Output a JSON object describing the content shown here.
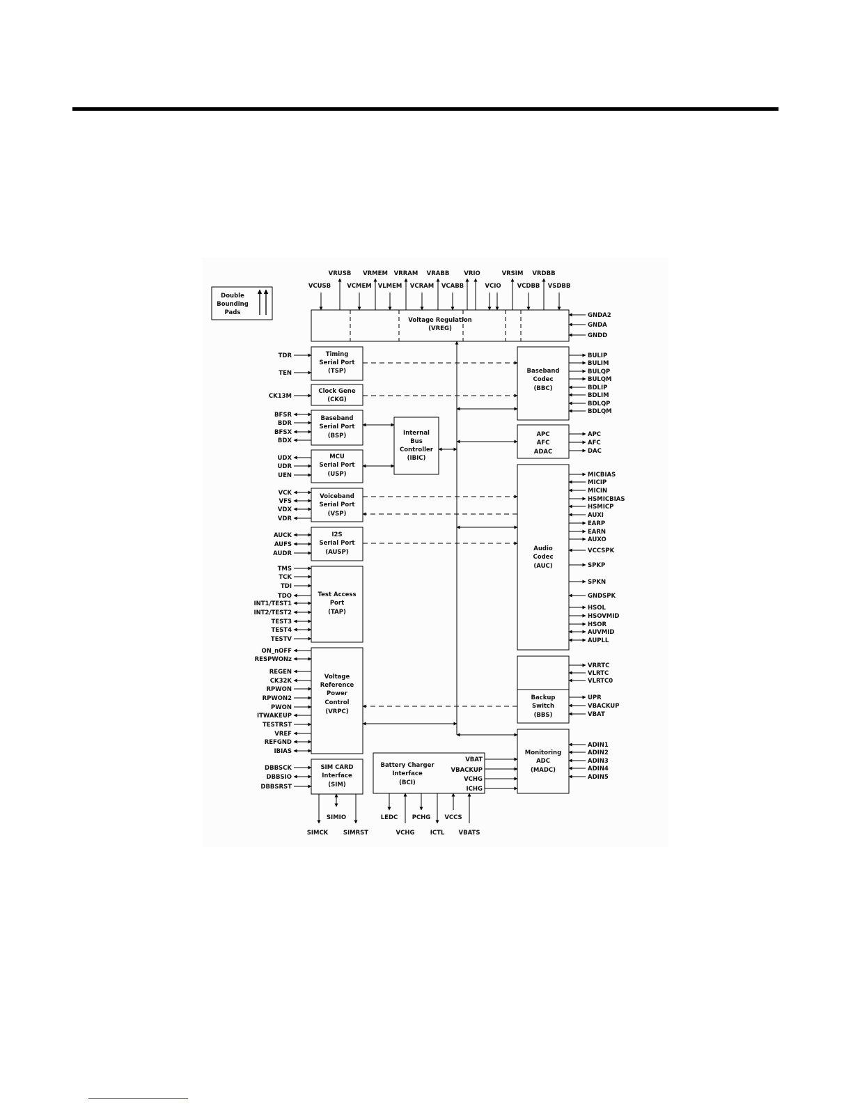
{
  "legend": [
    "Double",
    "Bounding",
    "Pads"
  ],
  "top_pins": [
    {
      "label": "VCUSB",
      "dir": "in"
    },
    {
      "label": "VRUSB",
      "dir": "out"
    },
    {
      "label": "VCMEM",
      "dir": "in"
    },
    {
      "label": "VRMEM",
      "dir": "out"
    },
    {
      "label": "VLMEM",
      "dir": "in"
    },
    {
      "label": "VRRAM",
      "dir": "out"
    },
    {
      "label": "VCRAM",
      "dir": "in"
    },
    {
      "label": "VRABB",
      "dir": "out"
    },
    {
      "label": "VCABB",
      "dir": "in"
    },
    {
      "label": "VRIO",
      "dir": "out"
    },
    {
      "label": "VCIO",
      "dir": "in"
    },
    {
      "label": "VRSIM",
      "dir": "out"
    },
    {
      "label": "VCDBB",
      "dir": "in"
    },
    {
      "label": "VRDBB",
      "dir": "out"
    },
    {
      "label": "VSDBB",
      "dir": "in"
    }
  ],
  "blocks": {
    "vreg": [
      "Voltage Regulation",
      "(VREG)"
    ],
    "tsp": [
      "Timing",
      "Serial Port",
      "(TSP)"
    ],
    "ckg": [
      "Clock Gene",
      "(CKG)"
    ],
    "bsp": [
      "Baseband",
      "Serial Port",
      "(BSP)"
    ],
    "usp": [
      "MCU",
      "Serial Port",
      "(USP)"
    ],
    "ibic": [
      "Internal",
      "Bus",
      "Controller",
      "(IBIC)"
    ],
    "vsp": [
      "Voiceband",
      "Serial Port",
      "(VSP)"
    ],
    "ausp": [
      "I2S",
      "Serial Port",
      "(AUSP)"
    ],
    "tap": [
      "Test Access",
      "Port",
      "(TAP)"
    ],
    "vrpc": [
      "Voltage",
      "Reference",
      "Power",
      "Control",
      "(VRPC)"
    ],
    "sim": [
      "SIM CARD",
      "Interface",
      "(SIM)"
    ],
    "bci": [
      "Battery Charger",
      "Interface",
      "(BCI)"
    ],
    "bbc": [
      "Baseband",
      "Codec",
      "(BBC)"
    ],
    "apc": [
      "APC",
      "AFC",
      "ADAC"
    ],
    "auc": [
      "Audio",
      "Codec",
      "(AUC)"
    ],
    "bbs": [
      "Backup",
      "Switch",
      "(BBS)"
    ],
    "madc": [
      "Monitoring",
      "ADC",
      "(MADC)"
    ]
  },
  "left_pins": [
    {
      "label": "TDR",
      "dir": "in"
    },
    {
      "label": "TEN",
      "dir": "in"
    },
    {
      "label": "CK13M",
      "dir": "in"
    },
    {
      "label": "BFSR",
      "dir": "bi"
    },
    {
      "label": "BDR",
      "dir": "in"
    },
    {
      "label": "BFSX",
      "dir": "bi"
    },
    {
      "label": "BDX",
      "dir": "out"
    },
    {
      "label": "UDX",
      "dir": "out"
    },
    {
      "label": "UDR",
      "dir": "in"
    },
    {
      "label": "UEN",
      "dir": "in"
    },
    {
      "label": "VCK",
      "dir": "bi"
    },
    {
      "label": "VFS",
      "dir": "bi"
    },
    {
      "label": "VDX",
      "dir": "bi"
    },
    {
      "label": "VDR",
      "dir": "out"
    },
    {
      "label": "AUCK",
      "dir": "bi"
    },
    {
      "label": "AUFS",
      "dir": "bi"
    },
    {
      "label": "AUDR",
      "dir": "in"
    },
    {
      "label": "TMS",
      "dir": "in"
    },
    {
      "label": "TCK",
      "dir": "in"
    },
    {
      "label": "TDI",
      "dir": "in"
    },
    {
      "label": "TDO",
      "dir": "out"
    },
    {
      "label": "INT1/TEST1",
      "dir": "bi"
    },
    {
      "label": "INT2/TEST2",
      "dir": "bi"
    },
    {
      "label": "TEST3",
      "dir": "bi"
    },
    {
      "label": "TEST4",
      "dir": "bi"
    },
    {
      "label": "TESTV",
      "dir": "in"
    },
    {
      "label": "ON_nOFF",
      "dir": "out"
    },
    {
      "label": "RESPWONz",
      "dir": "bi"
    },
    {
      "label": "REGEN",
      "dir": "out"
    },
    {
      "label": "CK32K",
      "dir": "out"
    },
    {
      "label": "RPWON",
      "dir": "in"
    },
    {
      "label": "RPWON2",
      "dir": "in"
    },
    {
      "label": "PWON",
      "dir": "in"
    },
    {
      "label": "ITWAKEUP",
      "dir": "out"
    },
    {
      "label": "TESTRST",
      "dir": "in"
    },
    {
      "label": "VREF",
      "dir": "out"
    },
    {
      "label": "REFGND",
      "dir": "bi"
    },
    {
      "label": "IBIAS",
      "dir": "bi"
    },
    {
      "label": "DBBSCK",
      "dir": "in"
    },
    {
      "label": "DBBSIO",
      "dir": "bi"
    },
    {
      "label": "DBBSRST",
      "dir": "in"
    }
  ],
  "right_pins": [
    {
      "label": "GNDA2",
      "dir": "in"
    },
    {
      "label": "GNDA",
      "dir": "in"
    },
    {
      "label": "GNDD",
      "dir": "in"
    },
    {
      "label": "BULIP",
      "dir": "out"
    },
    {
      "label": "BULIM",
      "dir": "out"
    },
    {
      "label": "BULQP",
      "dir": "out"
    },
    {
      "label": "BULQM",
      "dir": "out"
    },
    {
      "label": "BDLIP",
      "dir": "in"
    },
    {
      "label": "BDLIM",
      "dir": "in"
    },
    {
      "label": "BDLQP",
      "dir": "in"
    },
    {
      "label": "BDLQM",
      "dir": "in"
    },
    {
      "label": "APC",
      "dir": "out"
    },
    {
      "label": "AFC",
      "dir": "out"
    },
    {
      "label": "DAC",
      "dir": "out"
    },
    {
      "label": "MICBIAS",
      "dir": "out"
    },
    {
      "label": "MICIP",
      "dir": "in"
    },
    {
      "label": "MICIN",
      "dir": "in"
    },
    {
      "label": "HSMICBIAS",
      "dir": "out"
    },
    {
      "label": "HSMICP",
      "dir": "in"
    },
    {
      "label": "AUXI",
      "dir": "in"
    },
    {
      "label": "EARP",
      "dir": "out"
    },
    {
      "label": "EARN",
      "dir": "out"
    },
    {
      "label": "AUXO",
      "dir": "out"
    },
    {
      "label": "VCCSPK",
      "dir": "in"
    },
    {
      "label": "SPKP",
      "dir": "out"
    },
    {
      "label": "SPKN",
      "dir": "out"
    },
    {
      "label": "GNDSPK",
      "dir": "in"
    },
    {
      "label": "HSOL",
      "dir": "out"
    },
    {
      "label": "HSOVMID",
      "dir": "out"
    },
    {
      "label": "HSOR",
      "dir": "out"
    },
    {
      "label": "AUVMID",
      "dir": "bi"
    },
    {
      "label": "AUPLL",
      "dir": "bi"
    },
    {
      "label": "VRRTC",
      "dir": "out"
    },
    {
      "label": "VLRTC",
      "dir": "in"
    },
    {
      "label": "VLRTC0",
      "dir": "in"
    },
    {
      "label": "UPR",
      "dir": "out"
    },
    {
      "label": "VBACKUP",
      "dir": "in"
    },
    {
      "label": "VBAT",
      "dir": "in"
    },
    {
      "label": "ADIN1",
      "dir": "in"
    },
    {
      "label": "ADIN2",
      "dir": "in"
    },
    {
      "label": "ADIN3",
      "dir": "in"
    },
    {
      "label": "ADIN4",
      "dir": "in"
    },
    {
      "label": "ADIN5",
      "dir": "in"
    }
  ],
  "bci_outputs": [
    "VBAT",
    "VBACKUP",
    "VCHG",
    "ICHG"
  ],
  "bottom_pins": [
    {
      "label": "SIMIO",
      "dir": "bi"
    },
    {
      "label": "SIMCK",
      "dir": "out"
    },
    {
      "label": "SIMRST",
      "dir": "out"
    },
    {
      "label": "LEDC",
      "dir": "out"
    },
    {
      "label": "VCHG",
      "dir": "in"
    },
    {
      "label": "PCHG",
      "dir": "out"
    },
    {
      "label": "ICTL",
      "dir": "out"
    },
    {
      "label": "VCCS",
      "dir": "in"
    },
    {
      "label": "VBATS",
      "dir": "in"
    }
  ]
}
